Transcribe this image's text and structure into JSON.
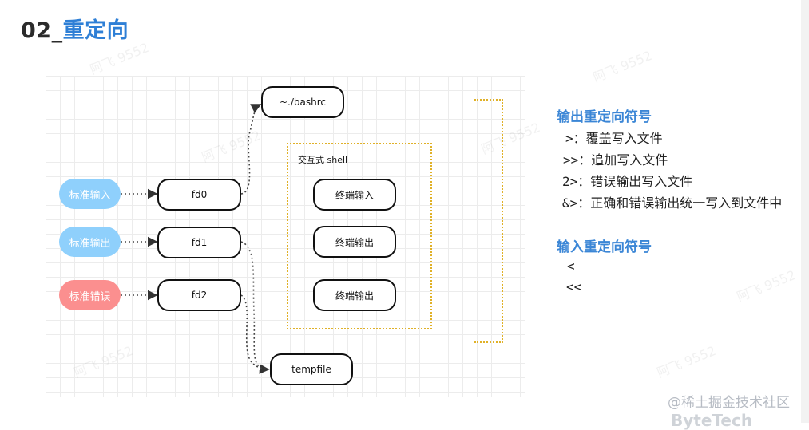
{
  "title": {
    "number": "02_",
    "text": "重定向"
  },
  "diagram": {
    "sources": [
      {
        "label": "标准输入",
        "color": "#8fd0fc"
      },
      {
        "label": "标准输出",
        "color": "#8fd0fc"
      },
      {
        "label": "标准错误",
        "color": "#fb8f8f"
      }
    ],
    "fds": [
      "fd0",
      "fd1",
      "fd2"
    ],
    "bashrc": "~./bashrc",
    "shell_label": "交互式 shell",
    "terminals": [
      "终端输入",
      "终端输出",
      "终端输出"
    ],
    "tempfile": "tempfile"
  },
  "output_redirect": {
    "heading": "输出重定向符号",
    "items": [
      {
        "symbol": ">",
        "desc": "：覆盖写入文件"
      },
      {
        "symbol": ">>",
        "desc": "：追加写入文件"
      },
      {
        "symbol": "2>",
        "desc": "：错误输出写入文件"
      },
      {
        "symbol": "&>",
        "desc": "：正确和错误输出统一写入到文件中"
      }
    ]
  },
  "input_redirect": {
    "heading": "输入重定向符号",
    "items": [
      {
        "symbol": "<"
      },
      {
        "symbol": "<<"
      }
    ]
  },
  "watermark_text": "阿飞 9552",
  "footer": {
    "credit": "@稀土掘金技术社区",
    "brand": "ByteTech"
  }
}
